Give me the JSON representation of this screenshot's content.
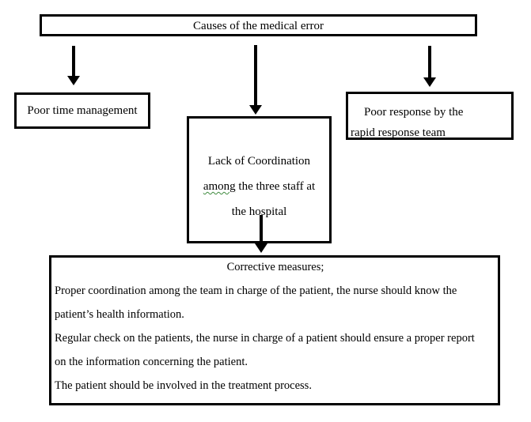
{
  "diagram": {
    "root_label": "Causes of the medical error",
    "left_cause": {
      "label": "Poor time management"
    },
    "middle_cause": {
      "line1": "Lack of Coordination",
      "line2_word": "among",
      "line2_rest": " the three staff at",
      "line3": "the hospital"
    },
    "right_cause": {
      "line1": "Poor response by the",
      "line2": "rapid response team"
    },
    "corrective": {
      "title": "Corrective measures;",
      "lines": [
        "Proper coordination among the team in charge of the patient, the nurse should know the",
        "patient’s health information.",
        "Regular check on the patients, the nurse in charge of a patient should ensure a proper report",
        "on the information concerning the patient.",
        "The patient should be involved in the treatment process."
      ]
    }
  },
  "colors": {
    "background": "#ffffff",
    "border": "#000000",
    "text": "#000000",
    "grammar_underline": "#3e8a3e"
  }
}
